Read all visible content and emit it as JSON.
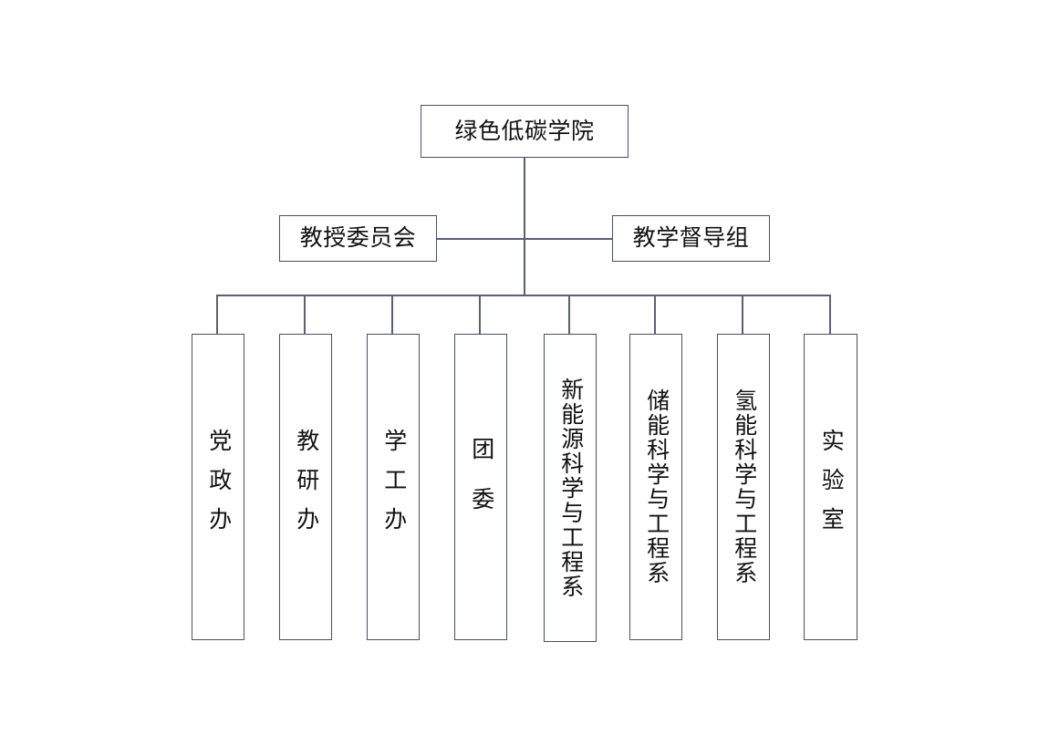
{
  "diagram": {
    "type": "organization-chart",
    "orientation": "top-down",
    "language": "zh-CN",
    "background_color": "#ffffff",
    "border_color": "#4a4e69",
    "connector_color": "#5b5f73",
    "text_color": "#111111"
  },
  "levels": {
    "root": {
      "label": "绿色低碳学院"
    },
    "committees": [
      {
        "label": "教授委员会",
        "position": "left"
      },
      {
        "label": "教学督导组",
        "position": "right"
      }
    ],
    "units": [
      {
        "label": "党政办",
        "chars": 3,
        "text_density": "sparse"
      },
      {
        "label": "教研办",
        "chars": 3,
        "text_density": "sparse"
      },
      {
        "label": "学工办",
        "chars": 3,
        "text_density": "sparse"
      },
      {
        "label": "团委",
        "chars": 2,
        "text_density": "mid"
      },
      {
        "label": "新能源科学与工程系",
        "chars": 9,
        "text_density": "dense"
      },
      {
        "label": "储能科学与工程系",
        "chars": 8,
        "text_density": "dense"
      },
      {
        "label": "氢能科学与工程系",
        "chars": 8,
        "text_density": "dense"
      },
      {
        "label": "实验室",
        "chars": 3,
        "text_density": "sparse"
      }
    ]
  }
}
